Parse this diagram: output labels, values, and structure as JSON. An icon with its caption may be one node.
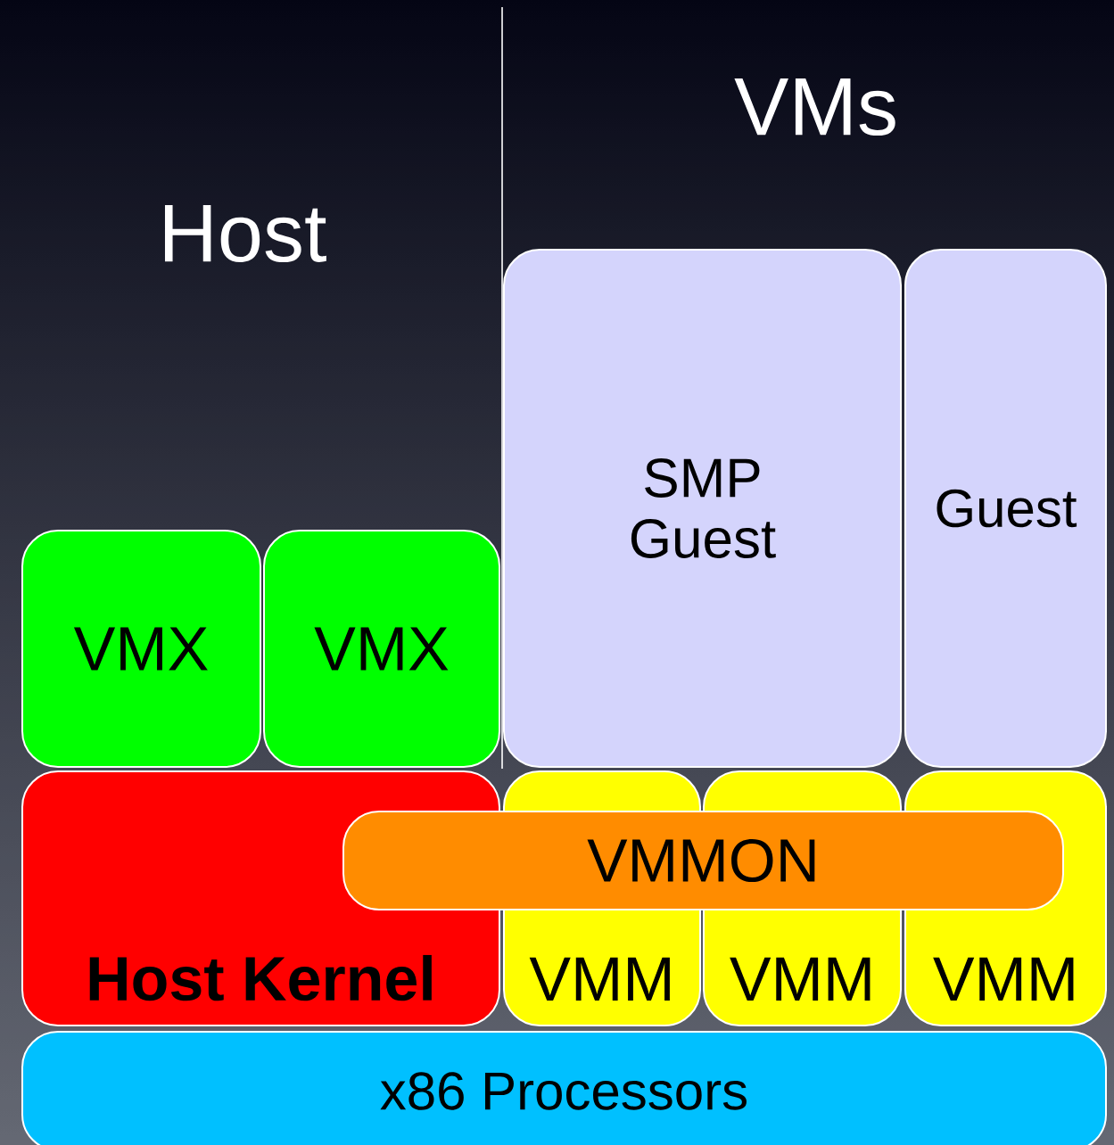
{
  "diagram": {
    "nodes": [
      {
        "text": [
          "VMX"
        ]
      },
      {
        "text": [
          "VMX"
        ]
      },
      {
        "text": [
          "SMP Guest"
        ]
      },
      {
        "text": [
          "Guest"
        ]
      },
      {
        "text": [
          "Host Kernel"
        ]
      },
      {
        "text": [
          "VMMON"
        ]
      },
      {
        "text": [
          "VMM"
        ]
      },
      {
        "text": [
          "VMM"
        ]
      },
      {
        "text": [
          "VMM"
        ]
      },
      {
        "text": [
          "x86 Processors"
        ]
      }
    ],
    "labels": [
      "Host",
      "VMs"
    ]
  }
}
